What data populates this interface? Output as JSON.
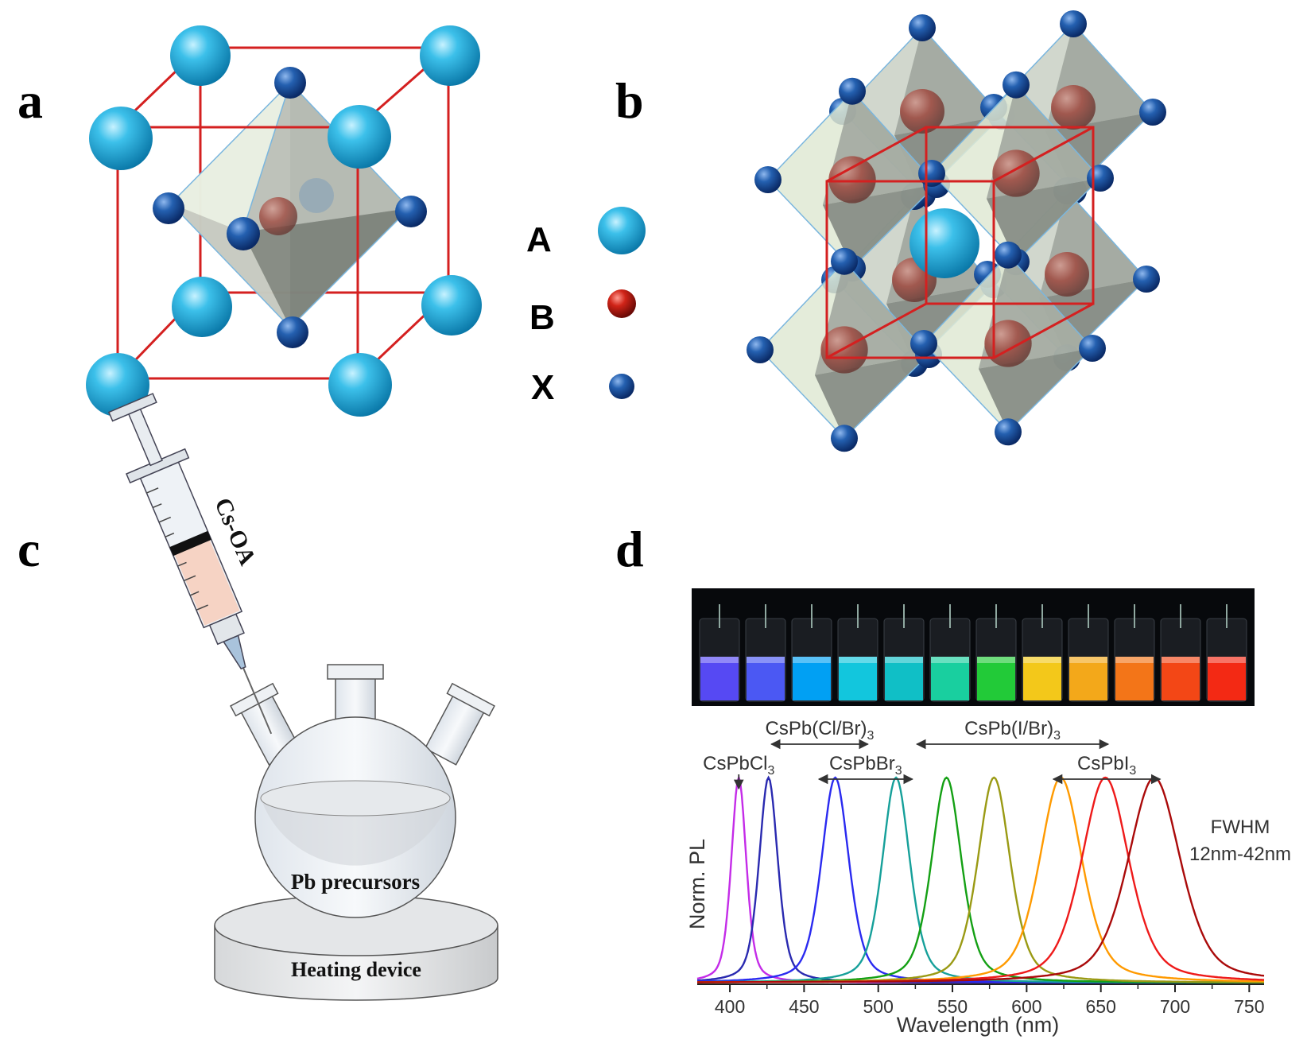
{
  "panels": {
    "a": {
      "label": "a",
      "legend": [
        {
          "key": "A",
          "color": "#1aa9da"
        },
        {
          "key": "B",
          "color": "#c8201a"
        },
        {
          "key": "X",
          "color": "#1e5aa8"
        }
      ]
    },
    "b": {
      "label": "b"
    },
    "c": {
      "label": "c",
      "syringe_label": "Cs-OA",
      "flask_label": "Pb precursors",
      "heater_label": "Heating device"
    },
    "d": {
      "label": "d"
    }
  },
  "vial_colors": [
    "#5a4cff",
    "#4e5cff",
    "#00a8ff",
    "#12d0e8",
    "#10c8d0",
    "#19d9a6",
    "#23d43a",
    "#ffd21a",
    "#ffb01a",
    "#ff7a18",
    "#ff4a16",
    "#ff2a14"
  ],
  "chart_data": {
    "type": "line",
    "xlabel": "Wavelength (nm)",
    "ylabel": "Norm. PL",
    "xlim": [
      378,
      760
    ],
    "xticks": [
      400,
      450,
      500,
      550,
      600,
      650,
      700,
      750
    ],
    "annotation": {
      "line1": "FWHM",
      "line2": "12nm-42nm"
    },
    "series": [
      {
        "center": 406,
        "fwhm": 12,
        "color": "#c42ce8"
      },
      {
        "center": 426,
        "fwhm": 15,
        "color": "#2a2ab0"
      },
      {
        "center": 471,
        "fwhm": 22,
        "color": "#2a2af0"
      },
      {
        "center": 512,
        "fwhm": 22,
        "color": "#16a09a"
      },
      {
        "center": 546,
        "fwhm": 24,
        "color": "#14a014"
      },
      {
        "center": 578,
        "fwhm": 26,
        "color": "#9a9a14"
      },
      {
        "center": 623,
        "fwhm": 34,
        "color": "#ff9a00"
      },
      {
        "center": 653,
        "fwhm": 38,
        "color": "#ee1a1a"
      },
      {
        "center": 686,
        "fwhm": 42,
        "color": "#aa0a0a"
      }
    ],
    "ranges": [
      {
        "text": "CsPbCl",
        "sub": "3",
        "from": 406,
        "to": 406,
        "row": 2,
        "arrow": "down"
      },
      {
        "text": "CsPb(Cl/Br)",
        "sub": "3",
        "from": 428,
        "to": 493,
        "row": 1
      },
      {
        "text": "CsPbBr",
        "sub": "3",
        "from": 460,
        "to": 523,
        "row": 2
      },
      {
        "text": "CsPb(I/Br)",
        "sub": "3",
        "from": 526,
        "to": 655,
        "row": 1
      },
      {
        "text": "CsPbI",
        "sub": "3",
        "from": 618,
        "to": 690,
        "row": 2
      }
    ]
  }
}
